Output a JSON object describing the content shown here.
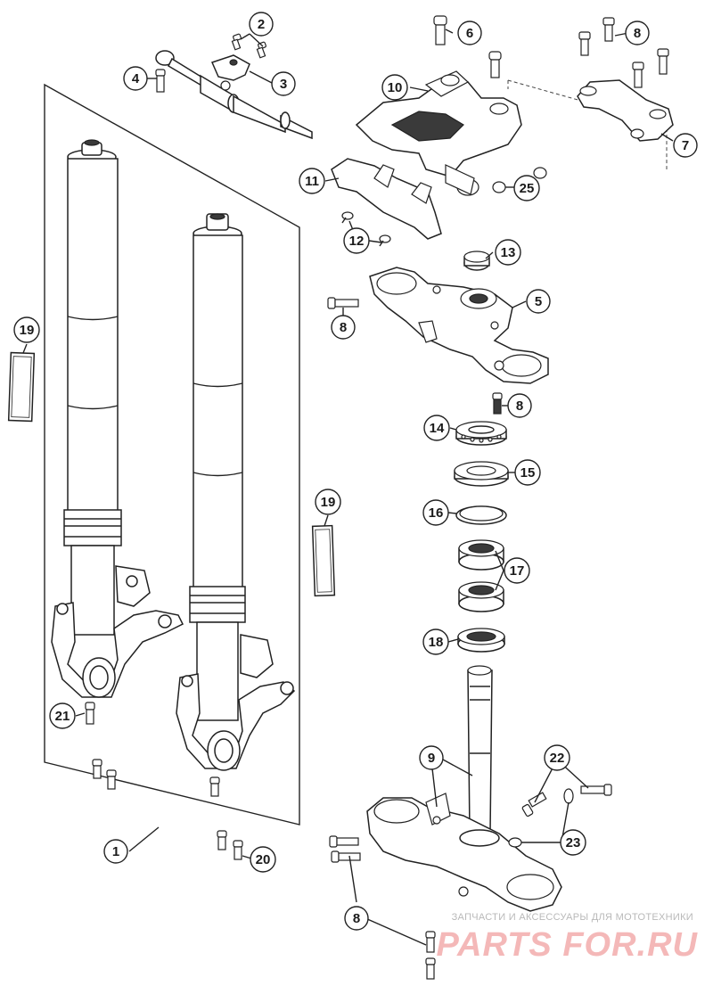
{
  "callouts": {
    "c1": "1",
    "c2": "2",
    "c3": "3",
    "c4": "4",
    "c5": "5",
    "c6": "6",
    "c7": "7",
    "c8": "8",
    "c9": "9",
    "c10": "10",
    "c11": "11",
    "c12": "12",
    "c13": "13",
    "c14": "14",
    "c15": "15",
    "c16": "16",
    "c17": "17",
    "c18": "18",
    "c19": "19",
    "c20": "20",
    "c21": "21",
    "c22": "22",
    "c23": "23",
    "c25": "25"
  },
  "watermark": {
    "tagline": "ЗАПЧАСТИ И АКСЕССУАРЫ ДЛЯ МОТОТЕХНИКИ",
    "brand": "PARTS FOR.RU"
  },
  "colors": {
    "line": "#222222",
    "part_fill": "#ffffff",
    "dark_fill": "#3a3a3a",
    "watermark": "#f4b8b8"
  }
}
